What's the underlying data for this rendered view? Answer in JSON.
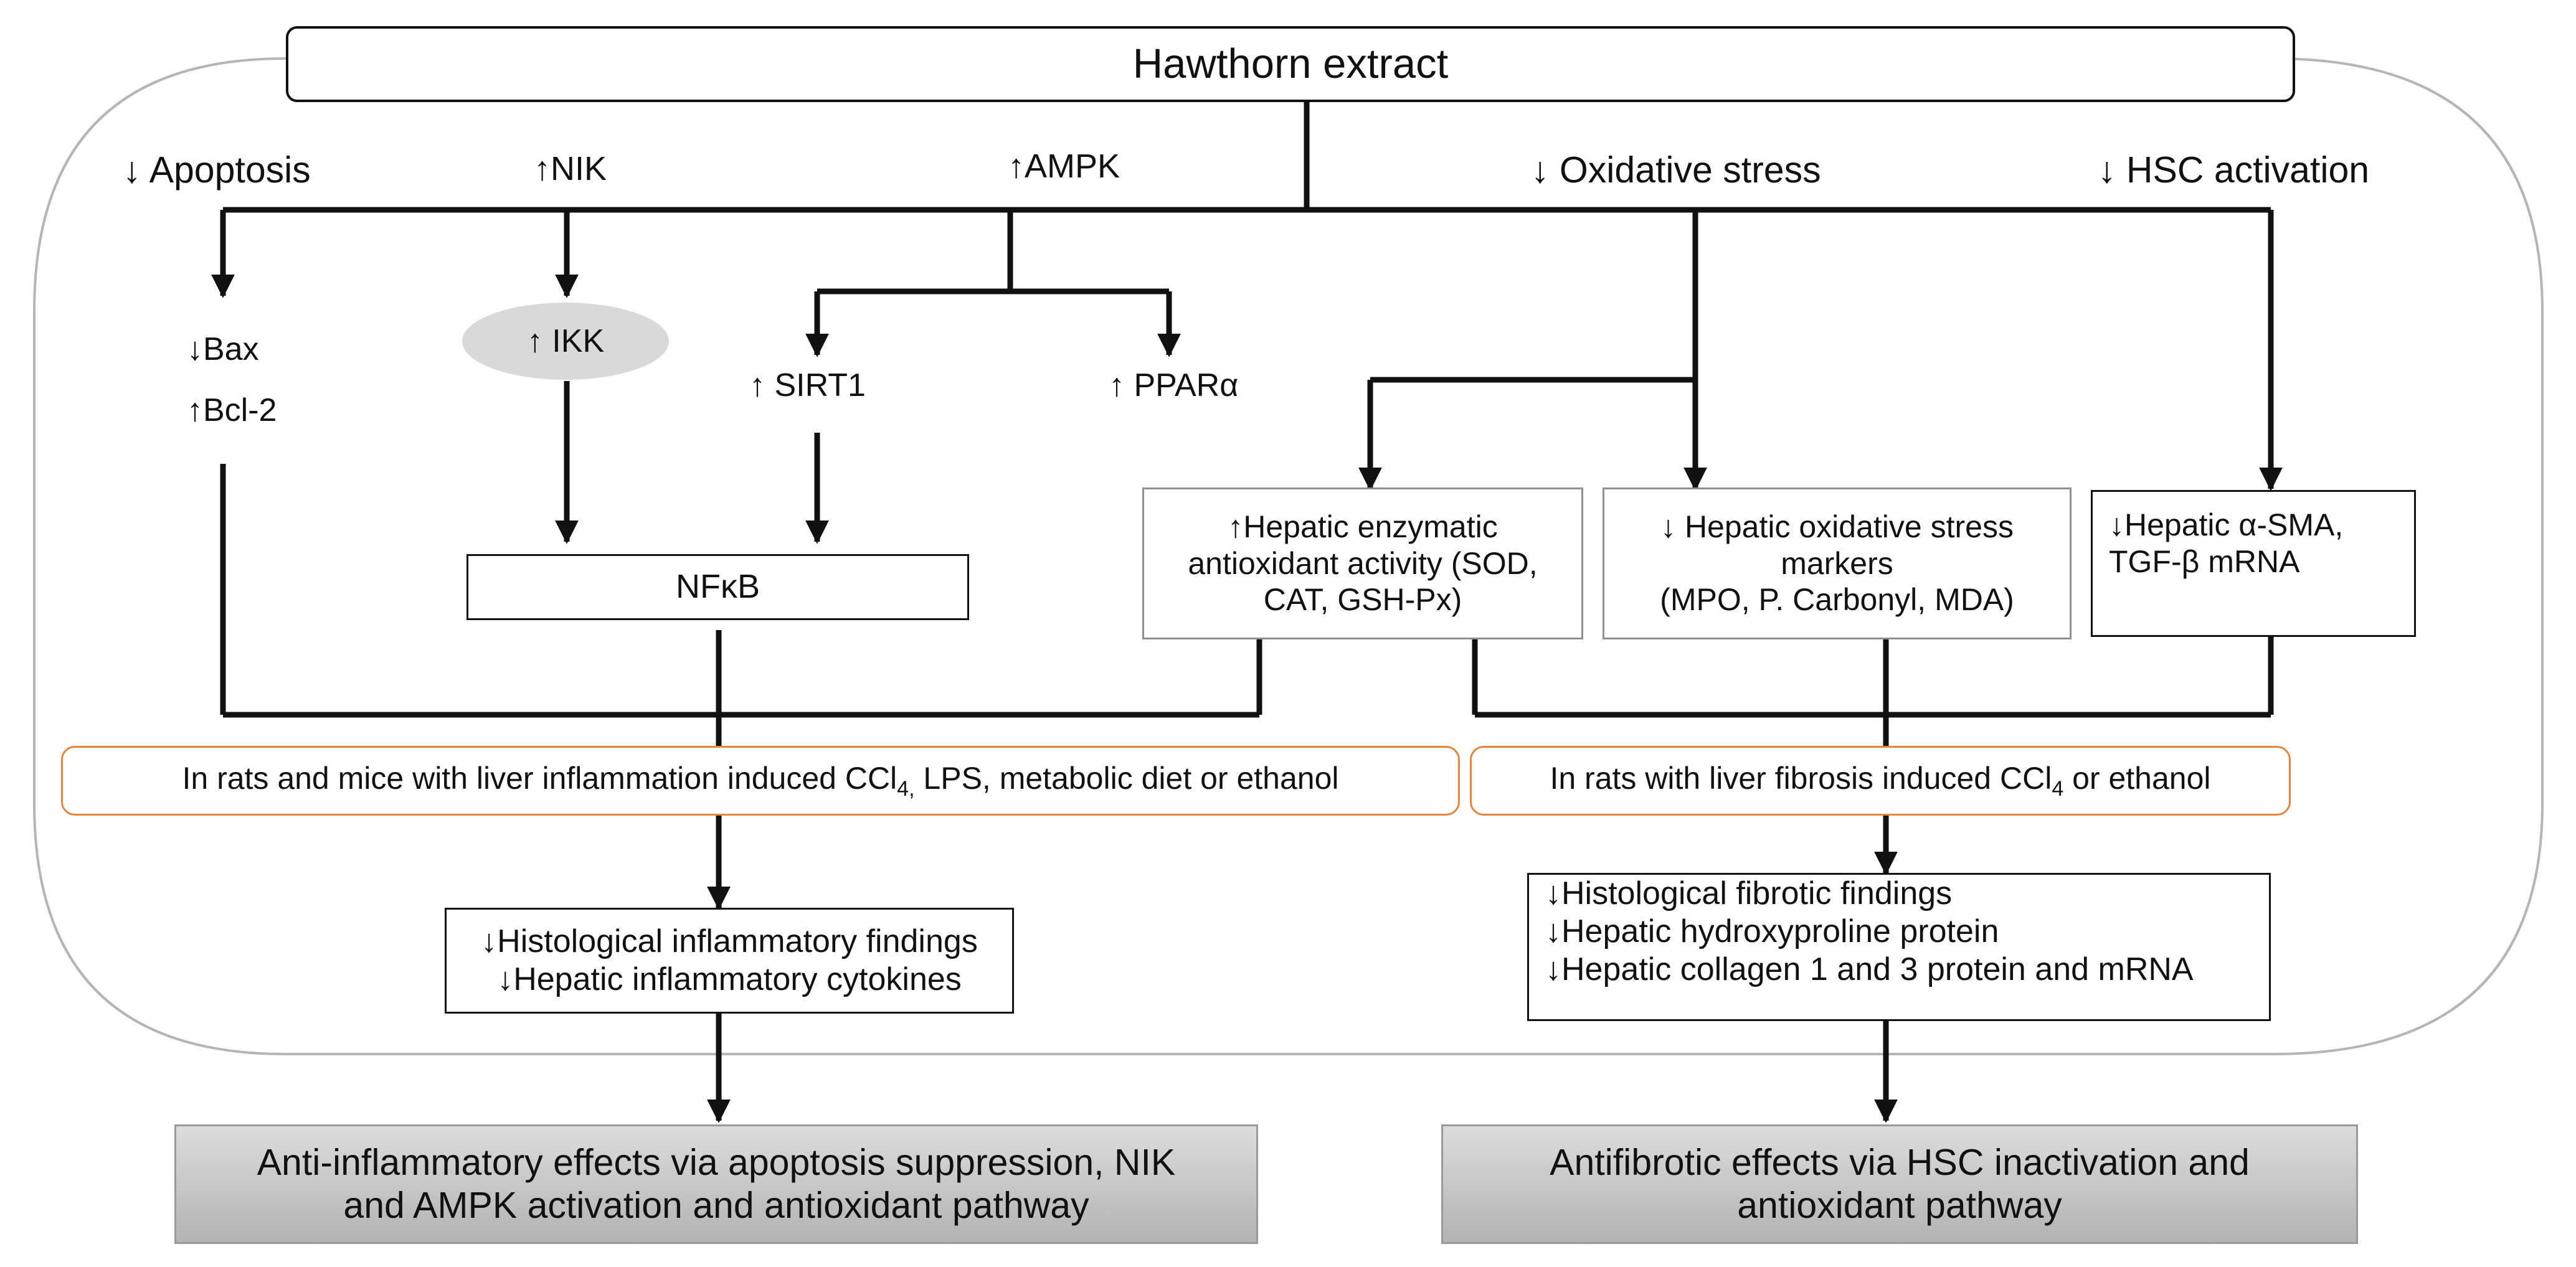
{
  "nodes": {
    "hawthorn": "Hawthorn extract",
    "apoptosis": "↓ Apoptosis",
    "nik": "↑NIK",
    "ampk": "↑AMPK",
    "oxidative_stress": "↓ Oxidative stress",
    "hsc_activation": "↓ HSC activation",
    "bax": "↓Bax",
    "bcl2": "↑Bcl-2",
    "ikk": "↑ IKK",
    "sirt1": "↑ SIRT1",
    "ppar": "↑ PPARα",
    "nfkb": "NFκB",
    "enzymatic": "↑Hepatic enzymatic\nantioxidant activity (SOD,\nCAT, GSH-Px)",
    "ox_markers": "↓ Hepatic oxidative stress\nmarkers\n(MPO, P. Carbonyl, MDA)",
    "asma": "↓Hepatic α-SMA,\nTGF-β mRNA",
    "inflam_model": {
      "before": "In rats and mice with liver inflammation induced CCl",
      "sub": "4,",
      "after": " LPS, metabolic diet or ethanol"
    },
    "fibrosis_model": {
      "before": "In rats with liver fibrosis induced CCl",
      "sub": "4",
      "after": " or ethanol"
    },
    "inflam_findings": [
      "↓Histological inflammatory findings",
      "↓Hepatic inflammatory cytokines"
    ],
    "fibro_findings": [
      "↓Histological fibrotic findings",
      "↓Hepatic hydroxyproline protein",
      "↓Hepatic collagen 1 and 3 protein and mRNA"
    ],
    "anti_inflammatory": "Anti-inflammatory effects via apoptosis suppression, NIK\nand AMPK activation and antioxidant pathway",
    "antifibrotic": "Antifibrotic effects via HSC inactivation and\nantioxidant pathway"
  },
  "colors": {
    "line": "#111111",
    "model_border": "#e8843c",
    "grey_border": "#8f8f8f",
    "ellipse_fill": "#d9d9d9",
    "outcome_fill": "#c4c4c4"
  }
}
